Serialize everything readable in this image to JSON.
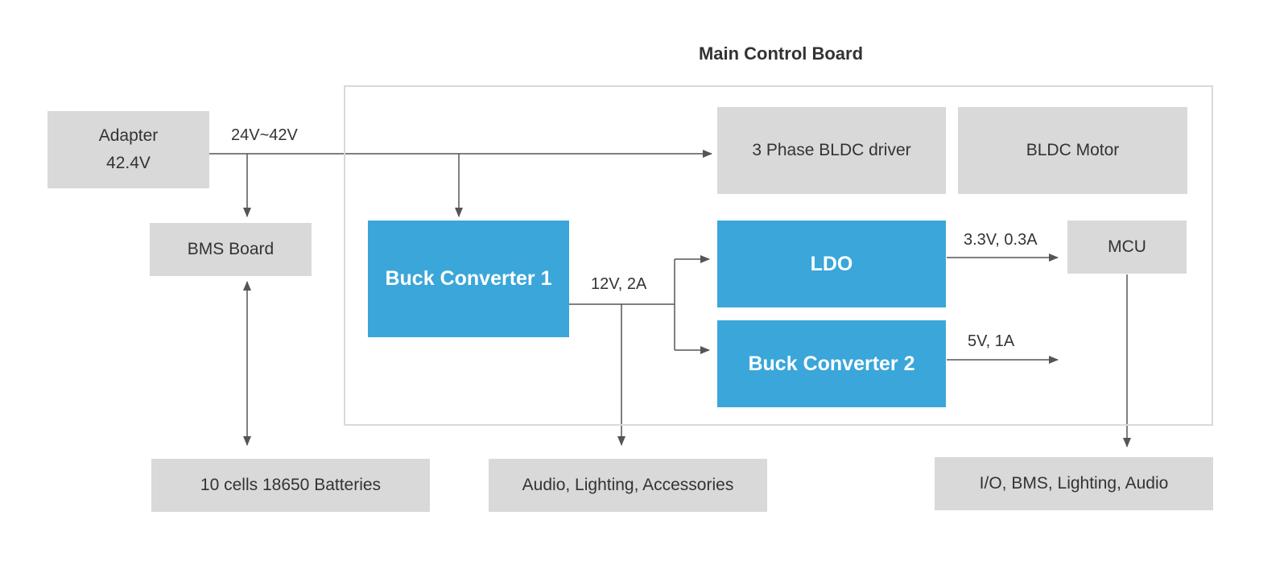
{
  "title": "Main Control Board",
  "colors": {
    "block": "#d9d9d9",
    "accent": "#3aa6d9",
    "line": "#555555",
    "frame": "#d9d9d9"
  },
  "blocks": {
    "adapter": {
      "line1": "Adapter",
      "line2": "42.4V"
    },
    "bms_board": "BMS Board",
    "batteries": "10 cells 18650 Batteries",
    "bldc_driver": "3 Phase BLDC driver",
    "bldc_motor": "BLDC Motor",
    "buck1": "Buck Converter 1",
    "ldo": "LDO",
    "buck2": "Buck Converter 2",
    "mcu": "MCU",
    "accessories": "Audio, Lighting, Accessories",
    "io": "I/O, BMS, Lighting, Audio"
  },
  "labels": {
    "input_voltage": "24V~42V",
    "buck1_out": "12V, 2A",
    "ldo_out": "3.3V, 0.3A",
    "buck2_out": "5V, 1A"
  }
}
